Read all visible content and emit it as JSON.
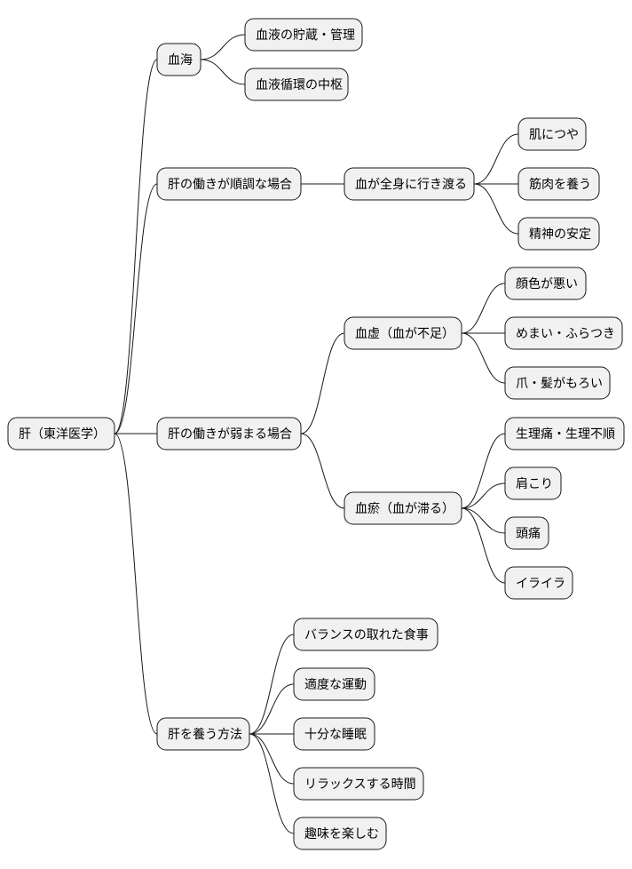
{
  "root": {
    "label": "肝（東洋医学）",
    "children": [
      {
        "label": "血海",
        "children": [
          {
            "label": "血液の貯蔵・管理"
          },
          {
            "label": "血液循環の中枢"
          }
        ]
      },
      {
        "label": "肝の働きが順調な場合",
        "children": [
          {
            "label": "血が全身に行き渡る",
            "children": [
              {
                "label": "肌につや"
              },
              {
                "label": "筋肉を養う"
              },
              {
                "label": "精神の安定"
              }
            ]
          }
        ]
      },
      {
        "label": "肝の働きが弱まる場合",
        "children": [
          {
            "label": "血虚（血が不足）",
            "children": [
              {
                "label": "顔色が悪い"
              },
              {
                "label": "めまい・ふらつき"
              },
              {
                "label": "爪・髪がもろい"
              }
            ]
          },
          {
            "label": "血瘀（血が滞る）",
            "children": [
              {
                "label": "生理痛・生理不順"
              },
              {
                "label": "肩こり"
              },
              {
                "label": "頭痛"
              },
              {
                "label": "イライラ"
              }
            ]
          }
        ]
      },
      {
        "label": "肝を養う方法",
        "children": [
          {
            "label": "バランスの取れた食事"
          },
          {
            "label": "適度な運動"
          },
          {
            "label": "十分な睡眠"
          },
          {
            "label": "リラックスする時間"
          },
          {
            "label": "趣味を楽しむ"
          }
        ]
      }
    ]
  }
}
